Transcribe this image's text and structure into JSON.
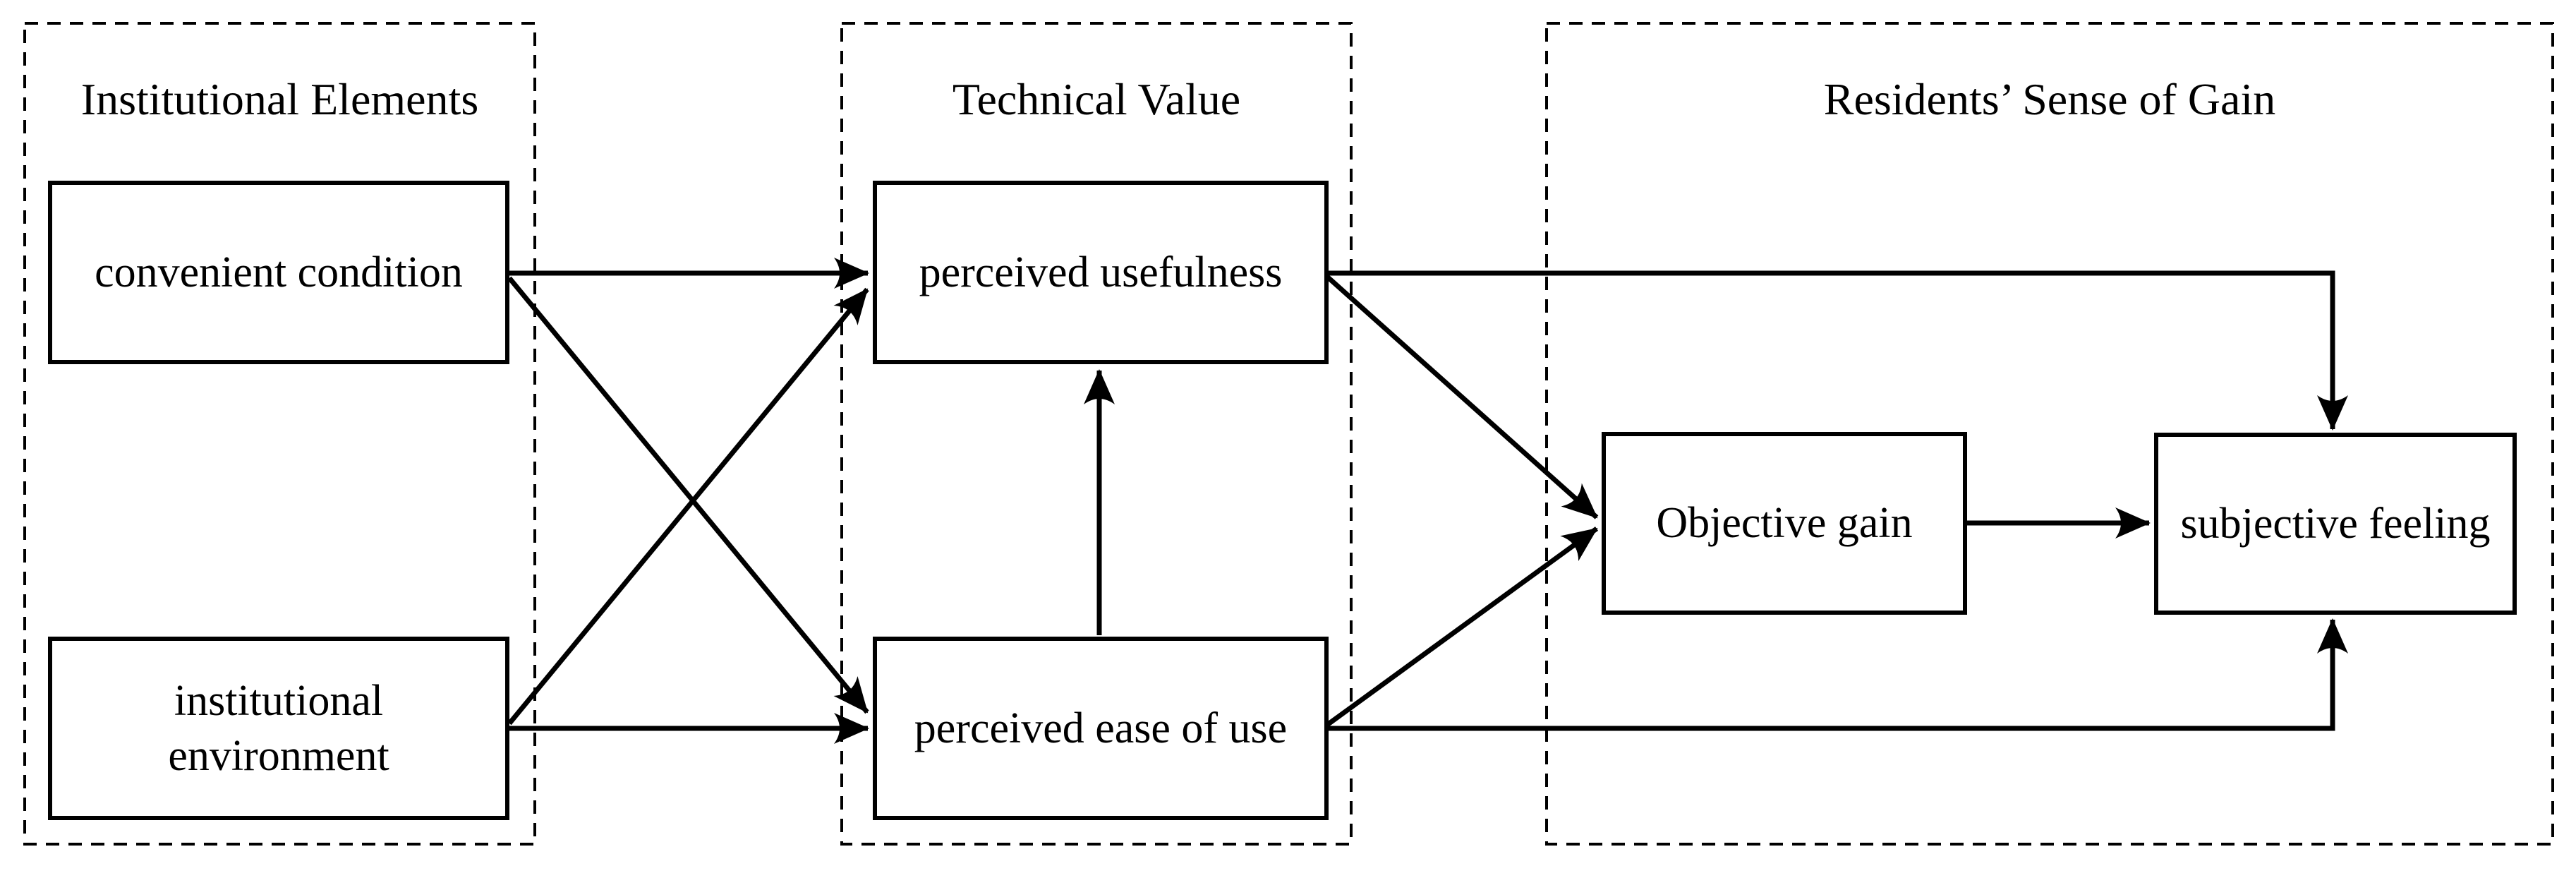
{
  "diagram": {
    "background_color": "#ffffff",
    "line_color": "#000000",
    "text_color": "#000000",
    "groups": {
      "institutional_elements": {
        "title": "Institutional Elements"
      },
      "technical_value": {
        "title": "Technical Value"
      },
      "residents_sense_of_gain": {
        "title": "Residents’ Sense of Gain"
      }
    },
    "boxes": {
      "convenient_condition": {
        "label": "convenient condition"
      },
      "institutional_environment": {
        "label": "institutional environment"
      },
      "perceived_usefulness": {
        "label": "perceived usefulness"
      },
      "perceived_ease_of_use": {
        "label": "perceived ease of use"
      },
      "objective_gain": {
        "label": "Objective gain"
      },
      "subjective_feeling": {
        "label": "subjective feeling"
      }
    },
    "edges": [
      {
        "from": "convenient_condition",
        "to": "perceived_usefulness"
      },
      {
        "from": "convenient_condition",
        "to": "perceived_ease_of_use"
      },
      {
        "from": "institutional_environment",
        "to": "perceived_usefulness"
      },
      {
        "from": "institutional_environment",
        "to": "perceived_ease_of_use"
      },
      {
        "from": "perceived_ease_of_use",
        "to": "perceived_usefulness"
      },
      {
        "from": "perceived_usefulness",
        "to": "objective_gain"
      },
      {
        "from": "perceived_usefulness",
        "to": "subjective_feeling"
      },
      {
        "from": "perceived_ease_of_use",
        "to": "objective_gain"
      },
      {
        "from": "perceived_ease_of_use",
        "to": "subjective_feeling"
      },
      {
        "from": "objective_gain",
        "to": "subjective_feeling"
      }
    ]
  }
}
